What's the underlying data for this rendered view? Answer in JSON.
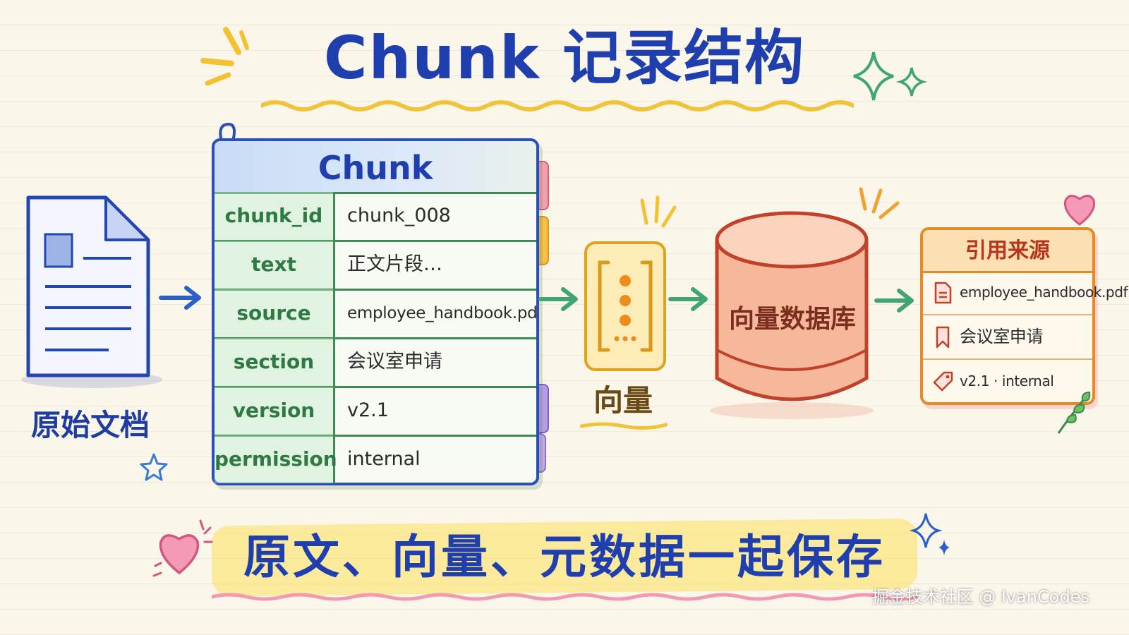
{
  "title": "Chunk 记录结构",
  "document": {
    "label": "原始文档"
  },
  "chunk": {
    "header": "Chunk",
    "rows": [
      {
        "key": "chunk_id",
        "value": "chunk_008"
      },
      {
        "key": "text",
        "value": "正文片段…"
      },
      {
        "key": "source",
        "value": "employee_handbook.pdf"
      },
      {
        "key": "section",
        "value": "会议室申请"
      },
      {
        "key": "version",
        "value": "v2.1"
      },
      {
        "key": "permission",
        "value": "internal"
      }
    ]
  },
  "vector": {
    "label": "向量"
  },
  "database": {
    "label": "向量数据库"
  },
  "citation": {
    "header": "引用来源",
    "items": [
      {
        "icon": "pdf-file-icon",
        "text": "employee_handbook.pdf"
      },
      {
        "icon": "bookmark-icon",
        "text": "会议室申请"
      },
      {
        "icon": "tag-icon",
        "text": "v2.1 · internal"
      }
    ]
  },
  "caption": "原文、向量、元数据一起保存",
  "watermark": "掘金技术社区 @ IvanCodes",
  "colors": {
    "primary": "#1f3fae",
    "green": "#3e8a52",
    "orange": "#e58a26",
    "yellow": "#e0a21d",
    "red": "#c0422a"
  }
}
